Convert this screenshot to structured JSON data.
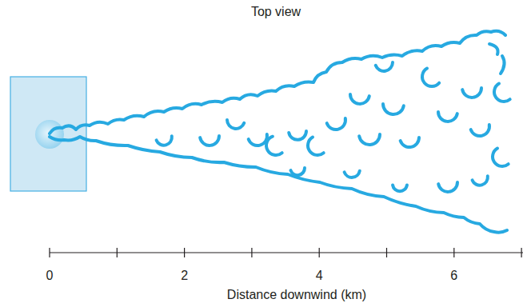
{
  "diagram": {
    "title": "Top view",
    "labels": [
      "0",
      "2",
      "4",
      "6",
      "Distance downwind (km)"
    ]
  }
}
